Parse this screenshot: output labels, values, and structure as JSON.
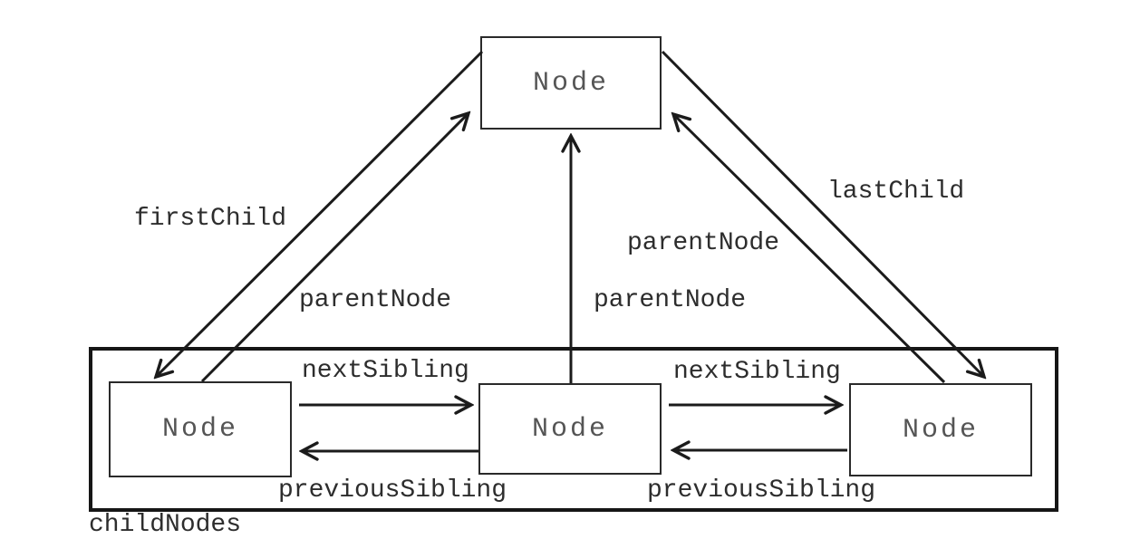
{
  "diagram": {
    "parent_node": {
      "label": "Node"
    },
    "children": [
      {
        "label": "Node"
      },
      {
        "label": "Node"
      },
      {
        "label": "Node"
      }
    ],
    "container_label": "childNodes",
    "edges": {
      "first_child": "firstChild",
      "last_child": "lastChild",
      "parent_node_left": "parentNode",
      "parent_node_center": "parentNode",
      "parent_node_right": "parentNode",
      "next_sibling_1": "nextSibling",
      "next_sibling_2": "nextSibling",
      "previous_sibling_1": "previousSibling",
      "previous_sibling_2": "previousSibling"
    },
    "colors": {
      "line": "#1b1b1b",
      "label_text": "#2d2d2d",
      "node_text": "#555555",
      "background": "#ffffff"
    }
  }
}
